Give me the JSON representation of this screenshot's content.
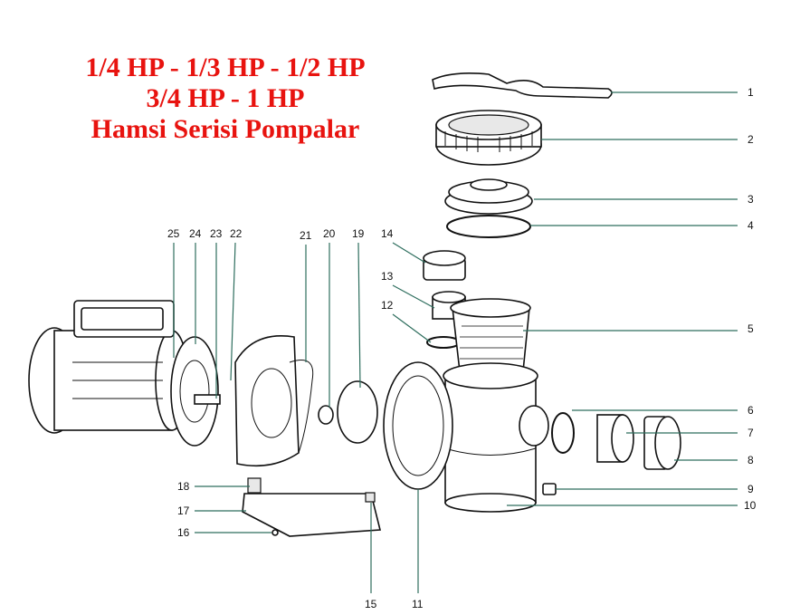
{
  "title": {
    "line1": "1/4 HP - 1/3 HP - 1/2 HP",
    "line2": "3/4 HP - 1 HP",
    "line3": "Hamsi Serisi Pompalar"
  },
  "parts": {
    "p1": "1",
    "p2": "2",
    "p3": "3",
    "p4": "4",
    "p5": "5",
    "p6": "6",
    "p7": "7",
    "p8": "8",
    "p9": "9",
    "p10": "10",
    "p11": "11",
    "p12": "12",
    "p13": "13",
    "p14": "14",
    "p15": "15",
    "p16": "16",
    "p17": "17",
    "p18": "18",
    "p19": "19",
    "p20": "20",
    "p21": "21",
    "p22": "22",
    "p23": "23",
    "p24": "24",
    "p25": "25"
  },
  "colors": {
    "title": "#e8130f",
    "leader": "#2e6e5e"
  }
}
